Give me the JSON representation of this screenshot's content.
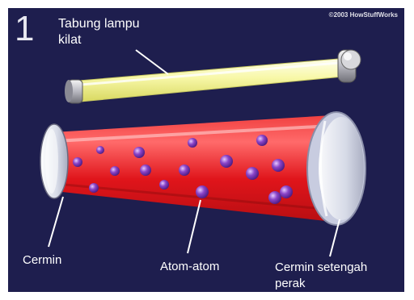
{
  "step_number": "1",
  "credit": "©2003 HowStuffWorks",
  "labels": {
    "flash_tube": "Tabung lampu\nkilat",
    "mirror": "Cermin",
    "atoms": "Atom-atom",
    "half_mirror": "Cermin setengah\nperak"
  },
  "colors": {
    "background": "#1e1e4e",
    "rod": "#e0151b",
    "flash_tube": "#f5f5a0",
    "atom": "#7a36b8"
  }
}
